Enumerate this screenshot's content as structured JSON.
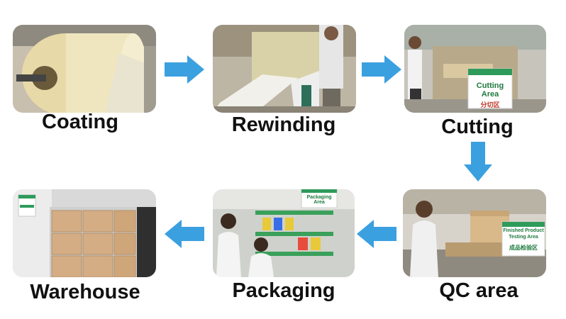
{
  "process": {
    "steps": [
      {
        "label": "Coating"
      },
      {
        "label": "Rewinding"
      },
      {
        "label": "Cutting",
        "sign_title": "Cutting Area",
        "sign_sub": "分切区"
      },
      {
        "label": "QC area",
        "sign_title_1": "Finished Product",
        "sign_title_2": "Testing Area",
        "sign_sub": "成品检验区"
      },
      {
        "label": "Packaging",
        "sign_title": "Packaging Area"
      },
      {
        "label": "Warehouse"
      }
    ]
  },
  "colors": {
    "arrow": "#3ba0e0"
  },
  "icons": [
    "arrow-right-icon",
    "arrow-down-icon",
    "arrow-left-icon"
  ]
}
